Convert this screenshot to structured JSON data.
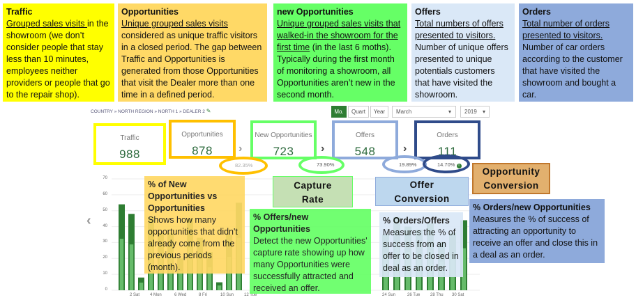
{
  "notes": {
    "traffic": {
      "title": "Traffic",
      "underlined": "Grouped sales visits ",
      "body": "in the showroom (we don’t consider people that stay less than 10 minutes, employees neither providers or people that go to the repair shop)."
    },
    "opportunities": {
      "title": "Opportunities",
      "underlined": "Unique grouped sales visits",
      "body": " considered as unique traffic visitors in a closed period. The gap between Traffic and Opportunities is generated from those Opportunities that visit the Dealer more than one time in a defined period."
    },
    "new_opportunities": {
      "title": "new Opportunities",
      "underlined": "Unique grouped sales visits that walked-in the showroom for the first time",
      "body": " (in the last 6 moths). Typically during the first month of monitoring a showroom, all Opportunities aren’t new in the second month."
    },
    "offers": {
      "title": "Offers",
      "underlined": "Total numbers of offers presented to visitors.",
      "body": " Number of unique offers presented to unique potentials customers that have visited the showroom."
    },
    "orders": {
      "title": "Orders",
      "underlined": "Total number of orders presented to visitors.",
      "body": " Number of car orders according to the customer that have visited the showroom and bought a car."
    },
    "pct_new_opp": {
      "title": "% of New Opportunities vs Opportunities",
      "body": "Shows how many opportunities that didn't already come from the previous periods (month)."
    },
    "pct_offers_new": {
      "title": "% Offers/new Opportunities",
      "body": "Detect  the new Opportunities' capture rate showing up how many Opportunities were successfully attracted and received an offer."
    },
    "pct_orders_offers": {
      "title": "% Orders/Offers",
      "body": "Measures the % of success from an offer to be closed in deal as an order."
    },
    "pct_orders_new": {
      "title": "% Orders/new Opportunities",
      "body": "Measures the % of success of attracting an opportunity to receive an offer and close this in a deal as an order."
    }
  },
  "tags": {
    "capture_rate": "Capture Rate",
    "offer_conversion": "Offer Conversion",
    "opportunity_conversion": "Opportunity Conversion"
  },
  "breadcrumb": "COUNTRY » NORTH REGION » NORTH 1 » DEALER 2",
  "controls": {
    "mo": "Mo.",
    "quart": "Quart",
    "year": "Year",
    "month": "March",
    "year_value": "2019"
  },
  "kpis": [
    {
      "label": "Traffic",
      "value": "988"
    },
    {
      "label": "Opportunities",
      "value": "878"
    },
    {
      "label": "New Opportunities",
      "value": "723"
    },
    {
      "label": "Offers",
      "value": "548"
    },
    {
      "label": "Orders",
      "value": "111"
    }
  ],
  "ratios": [
    "82.35%",
    "73.90%",
    "19.89%",
    "14.70%"
  ],
  "colors": {
    "yellow": "#ffff00",
    "orange": "#ffd966",
    "green": "#66ff66",
    "light_blue": "#dae8f7",
    "blue": "#8eaadb",
    "tag_green": "#c5e0b4",
    "tag_blue": "#bdd7ee",
    "tag_orange": "#e2b06e",
    "bar_dark": "#2e7d32",
    "bar_light": "#66bb6a"
  },
  "icons": {
    "info": "info-icon",
    "nav_left": "chevron-left-icon",
    "arrow": "chevron-right-icon"
  },
  "chart_data": {
    "type": "bar",
    "y_ticks": [
      "70",
      "60",
      "50",
      "40",
      "30",
      "20",
      "10",
      "0"
    ],
    "ylim": [
      0,
      70
    ],
    "x_labels": [
      "2 Sat",
      "4 Mon",
      "6 Wed",
      "8 Fri",
      "10 Sun",
      "12 Tue",
      "24 Sun",
      "26 Tue",
      "28 Thu",
      "30 Sat"
    ],
    "left_values": [
      54,
      48,
      8,
      46,
      36,
      36,
      20,
      45,
      33,
      24,
      5,
      35,
      55
    ],
    "right_values": [
      35,
      46,
      40,
      38,
      42,
      30,
      36,
      44
    ]
  }
}
